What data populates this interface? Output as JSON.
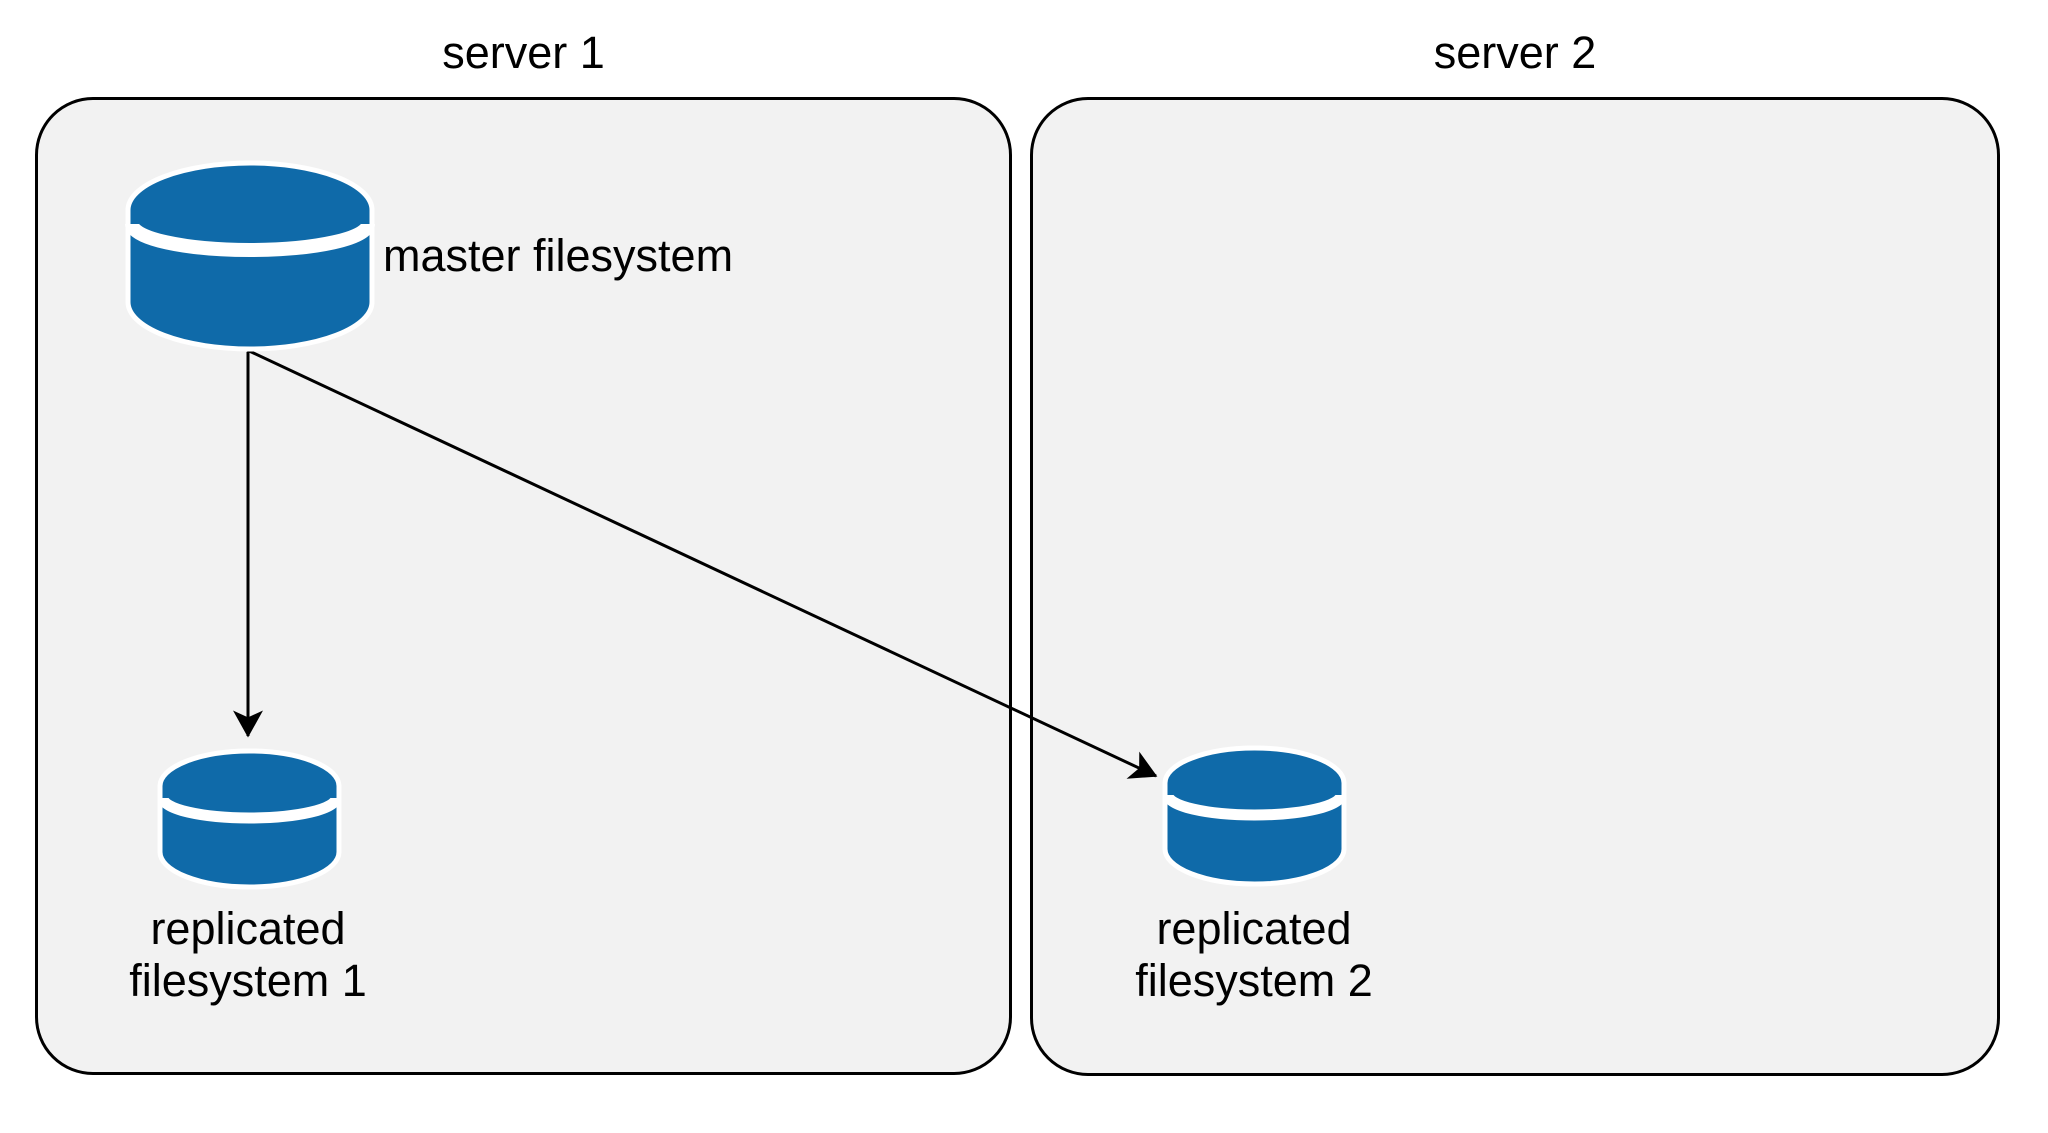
{
  "diagram": {
    "servers": [
      {
        "title": "server 1"
      },
      {
        "title": "server 2"
      }
    ],
    "nodes": [
      {
        "label": "master filesystem",
        "icon": "database-cylinder-icon",
        "server": "server 1"
      },
      {
        "label": "replicated filesystem 1",
        "icon": "database-cylinder-icon",
        "server": "server 1"
      },
      {
        "label": "replicated filesystem 2",
        "icon": "database-cylinder-icon",
        "server": "server 2"
      }
    ],
    "connections": [
      {
        "from": "master filesystem",
        "to": "replicated filesystem 1",
        "style": "arrow"
      },
      {
        "from": "master filesystem",
        "to": "replicated filesystem 2",
        "style": "arrow"
      }
    ],
    "colors": {
      "cylinder_blue": "#0f6aa9",
      "server_box_fill": "#f2f2f2",
      "server_box_border": "#000000",
      "arrow": "#000000",
      "text": "#000000",
      "page_background": "#ffffff"
    }
  }
}
